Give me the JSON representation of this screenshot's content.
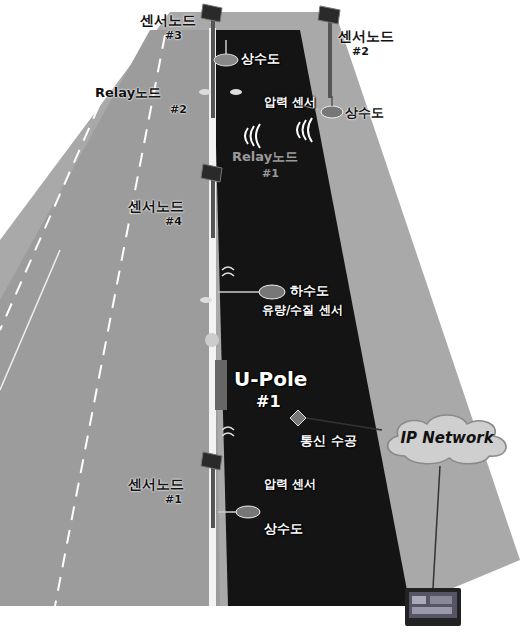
{
  "diagram": {
    "nodes": [
      {
        "text": [
          "IP Network"
        ]
      }
    ],
    "labels": [
      "센서노드",
      "#3",
      "상수도",
      "센서노드",
      "#2",
      "Relay노드",
      "#2",
      "Relay노드",
      "#1",
      "압력 센서",
      "상수도",
      "센서노드",
      "#4",
      "하수도",
      "유량/수질 센서",
      "U-Pole",
      "#1",
      "통신 수공",
      "센서노드",
      "#1",
      "압력 센서",
      "상수도"
    ]
  }
}
